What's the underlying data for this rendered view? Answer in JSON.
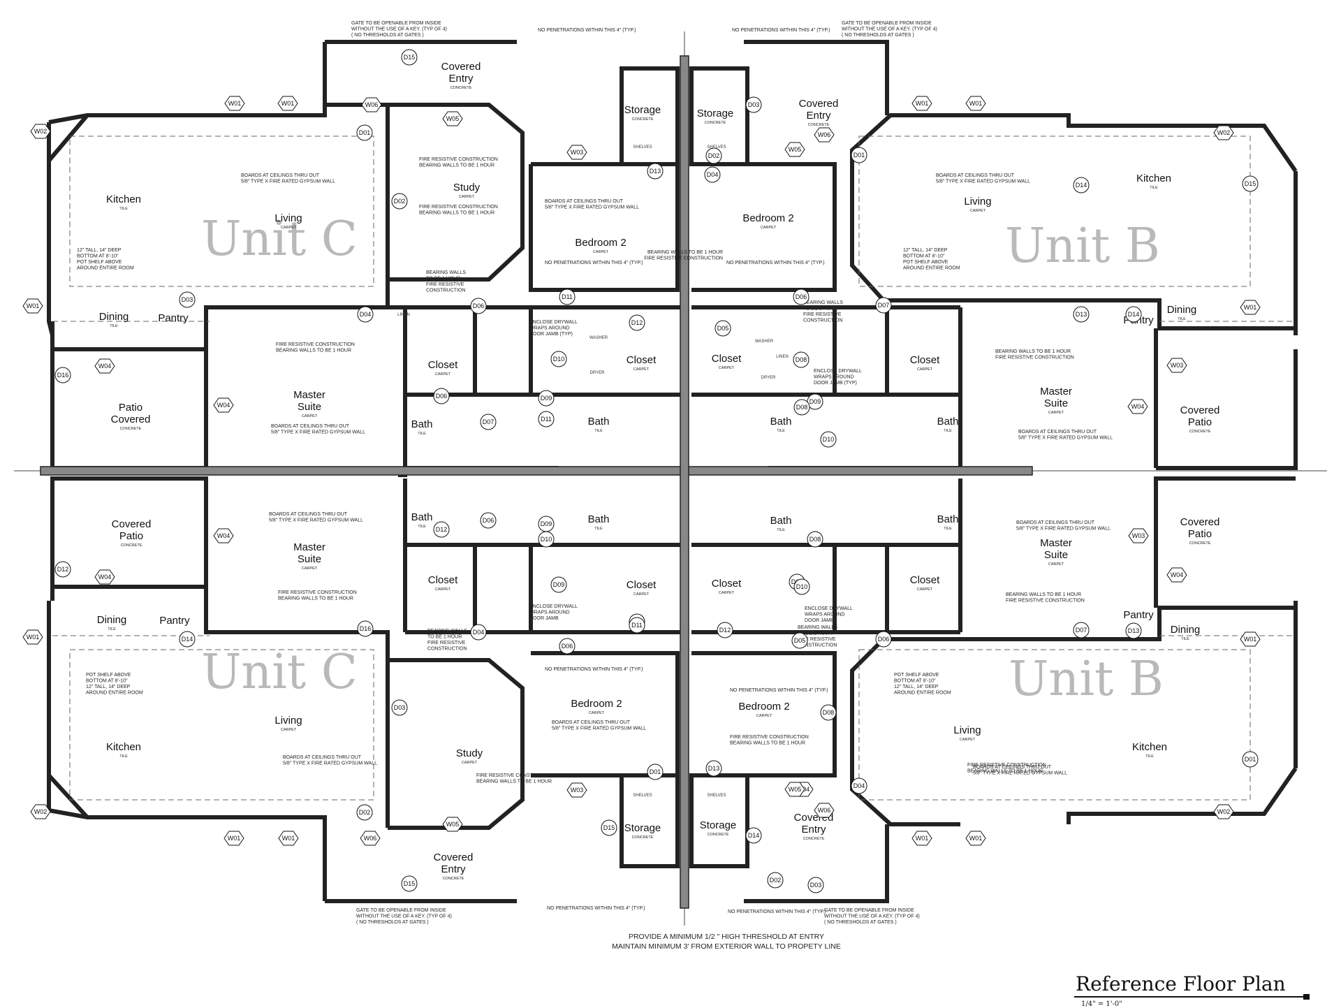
{
  "title": "Reference Floor Plan",
  "scale": "1/4\" = 1'-0\"",
  "footer_notes": [
    "PROVIDE A MINIMUM 1/2 \" HIGH THRESHOLD AT ENTRY",
    "MAINTAIN MINIMUM 3' FROM EXTERIOR WALL TO PROPETY LINE"
  ],
  "units": [
    {
      "id": "unit-c-top",
      "label": "Unit C"
    },
    {
      "id": "unit-b-top",
      "label": "Unit B"
    },
    {
      "id": "unit-c-bottom",
      "label": "Unit C"
    },
    {
      "id": "unit-b-bottom",
      "label": "Unit B"
    }
  ],
  "rooms": [
    {
      "name": "Kitchen",
      "finish": "TILE"
    },
    {
      "name": "Living",
      "finish": "CARPET"
    },
    {
      "name": "Study",
      "finish": "CARPET"
    },
    {
      "name": "Covered",
      "name2": "Entry",
      "finish": "CONCRETE"
    },
    {
      "name": "Storage",
      "finish": "CONCRETE"
    },
    {
      "name": "Storage",
      "finish": "CONCRETE"
    },
    {
      "name": "Covered",
      "name2": "Entry",
      "finish": "CONCRETE"
    },
    {
      "name": "Bedroom 2",
      "finish": "CARPET"
    },
    {
      "name": "Bedroom 2",
      "finish": "CARPET"
    },
    {
      "name": "Living",
      "finish": "CARPET"
    },
    {
      "name": "Kitchen",
      "finish": "TILE"
    },
    {
      "name": "Dining",
      "finish": "TILE"
    },
    {
      "name": "Pantry",
      "finish": ""
    },
    {
      "name": "Master",
      "name2": "Suite",
      "finish": "CARPET"
    },
    {
      "name": "Patio",
      "name2": "Covered",
      "finish": "CONCRETE"
    },
    {
      "name": "Closet",
      "finish": "CARPET"
    },
    {
      "name": "Bath",
      "finish": "TILE"
    },
    {
      "name": "Closet",
      "finish": "CARPET"
    },
    {
      "name": "Bath",
      "finish": "TILE"
    },
    {
      "name": "Bath",
      "finish": "TILE"
    },
    {
      "name": "Closet",
      "finish": "CARPET"
    },
    {
      "name": "Closet",
      "finish": "CARPET"
    },
    {
      "name": "Bath",
      "finish": "TILE"
    },
    {
      "name": "Master",
      "name2": "Suite",
      "finish": "CARPET"
    },
    {
      "name": "Covered",
      "name2": "Patio",
      "finish": "CONCRETE"
    },
    {
      "name": "Dining",
      "finish": "TILE"
    },
    {
      "name": "Pantry",
      "finish": ""
    },
    {
      "name": "Covered",
      "name2": "Patio",
      "finish": "CONCRETE"
    },
    {
      "name": "Master",
      "name2": "Suite",
      "finish": "CARPET"
    },
    {
      "name": "Bath",
      "finish": "TILE"
    },
    {
      "name": "Closet",
      "finish": "CARPET"
    },
    {
      "name": "Bath",
      "finish": "TILE"
    },
    {
      "name": "Closet",
      "finish": "CARPET"
    },
    {
      "name": "Bath",
      "finish": "TILE"
    },
    {
      "name": "Closet",
      "finish": "CARPET"
    },
    {
      "name": "Closet",
      "finish": "CARPET"
    },
    {
      "name": "Bath",
      "finish": "TILE"
    },
    {
      "name": "Master",
      "name2": "Suite",
      "finish": "CARPET"
    },
    {
      "name": "Covered",
      "name2": "Patio",
      "finish": "CONCRETE"
    },
    {
      "name": "Dining",
      "finish": "TILE"
    },
    {
      "name": "Pantry",
      "finish": ""
    },
    {
      "name": "Dining",
      "finish": "TILE"
    },
    {
      "name": "Pantry",
      "finish": ""
    },
    {
      "name": "Living",
      "finish": "CARPET"
    },
    {
      "name": "Kitchen",
      "finish": "TILE"
    },
    {
      "name": "Study",
      "finish": "CARPET"
    },
    {
      "name": "Bedroom 2",
      "finish": "CARPET"
    },
    {
      "name": "Bedroom 2",
      "finish": "CARPET"
    },
    {
      "name": "Living",
      "finish": "CARPET"
    },
    {
      "name": "Kitchen",
      "finish": "TILE"
    },
    {
      "name": "Storage",
      "finish": "CONCRETE"
    },
    {
      "name": "Storage",
      "finish": "CONCRETE"
    },
    {
      "name": "Covered",
      "name2": "Entry",
      "finish": "CONCRETE"
    },
    {
      "name": "Covered",
      "name2": "Entry",
      "finish": "CONCRETE"
    }
  ],
  "notes": [
    "GATE TO BE OPENABLE FROM INSIDE|WITHOUT THE USE OF A KEY. (TYP OF 4)|( NO THRESHOLDS AT GATES )",
    "GATE TO BE OPENABLE FROM INSIDE|WITHOUT THE USE OF A KEY. (TYP OF 4)|( NO THRESHOLDS AT GATES )",
    "NO PENETRATIONS WITHIN THIS 4\" (TYP.)",
    "NO PENETRATIONS WITHIN THIS 4\" (TYP.)",
    "BOARDS AT CEILINGS THRU OUT|5/8\" TYPE X FIRE RATED GYPSUM WALL",
    "FIRE RESISTIVE CONSTRUCTION|BEARING WALLS TO BE 1 HOUR",
    "FIRE RESISTIVE CONSTRUCTION|BEARING WALLS TO BE 1 HOUR",
    "BOARDS AT CEILINGS THRU OUT|5/8\" TYPE X FIRE RATED GYPSUM WALL",
    "NO PENETRATIONS WITHIN THIS 4\" (TYP.)",
    "NO PENETRATIONS WITHIN THIS 4\" (TYP.)",
    "BEARING WALLS TO BE 1 HOUR|FIRE RESISTIVE CONSTRUCTION",
    "BOARDS AT CEILINGS THRU OUT|5/8\" TYPE X FIRE RATED GYPSUM WALL",
    "12\" TALL, 14\" DEEP|BOTTOM AT 8'-10\"|POT SHELF ABOVE|AROUND ENTIRE ROOM",
    "12\" TALL, 14\" DEEP|BOTTOM AT 8'-10\"|POT SHELF ABOVE|AROUND ENTIRE ROOM",
    "BEARING WALLS|TO BE 1 HOUR|FIRE RESISTIVE|CONSTRUCTION",
    "BEARING WALLS|TO BE 1 HOUR|FIRE RESISTIVE|CONSTRUCTION",
    "FIRE RESISTIVE CONSTRUCTION|BEARING WALLS TO BE 1 HOUR",
    "BEARING WALLS TO BE 1 HOUR|FIRE RESISTIVE CONSTRUCTION",
    "BOARDS AT CEILINGS THRU OUT|5/8\" TYPE X FIRE RATED GYPSUM WALL",
    "BOARDS AT CEILINGS THRU OUT|5/8\" TYPE X FIRE RATED GYPSUM WALL",
    "ENCLOSE DRYWALL|WRAPS AROUND|DOOR JAMB (TYP)",
    "ENCLOSE DRYWALL|WRAPS AROUND|DOOR JAMB (TYP)",
    "BOARDS AT CEILINGS THRU OUT|5/8\" TYPE X FIRE RATED GYPSUM WALL",
    "BOARDS AT CEILINGS THRU OUT|5/8\" TYPE X FIRE RATED GYPSUM WALL",
    "FIRE RESISTIVE CONSTRUCTION|BEARING WALLS TO BE 1 HOUR",
    "BEARING WALLS TO BE 1 HOUR|FIRE RESISTIVE CONSTRUCTION",
    "ENCLOSE DRYWALL|WRAPS AROUND|DOOR JAMB",
    "ENCLOSE DRYWALL|WRAPS AROUND|DOOR JAMB",
    "BEARING WALLS|TO BE 1 HOUR|FIRE RESISTIVE|CONSTRUCTION",
    "BEARING WALLS|TO BE 1 HOUR|FIRE RESISTIVE|CONSTRUCTION",
    "POT SHELF ABOVE|BOTTOM AT 8'-10\"|12\" TALL, 14\" DEEP|AROUND ENTIRE ROOM",
    "POT SHELF ABOVE|BOTTOM AT 8'-10\"|12\" TALL, 14\" DEEP|AROUND ENTIRE ROOM",
    "NO PENETRATIONS WITHIN THIS 4\" (TYP.)",
    "NO PENETRATIONS WITHIN THIS 4\" (TYP.)",
    "BOARDS AT CEILINGS THRU OUT|5/8\" TYPE X FIRE RATED GYPSUM WALL",
    "FIRE RESISTIVE CONSTRUCTION|BEARING WALLS TO BE 1 HOUR",
    "BOARDS AT CEILINGS THRU OUT|5/8\" TYPE X FIRE RATED GYPSUM WALL",
    "FIRE RESISTIVE CONSTRUCTION|BEARING WALLS TO BE 1 HOUR",
    "FIRE RESISTIVE CONSTRUCTION|BEARING WALLS TO BE 1 HOUR",
    "BOARDS AT CEILINGS THRU OUT|5/8\" TYPE X FIRE RATED GYPSUM WALL",
    "NO PENETRATIONS WITHIN THIS 4\" (TYP.)",
    "NO PENETRATIONS WITHIN THIS 4\" (TYP.)",
    "GATE TO BE OPENABLE FROM INSIDE|WITHOUT THE USE OF A KEY. (TYP OF 4)|( NO THRESHOLDS AT GATES )",
    "GATE TO BE OPENABLE FROM INSIDE|WITHOUT THE USE OF A KEY. (TYP OF 4)|( NO THRESHOLDS AT GATES )"
  ],
  "window_tags": [
    "W01",
    "W01",
    "W06",
    "W05",
    "W03",
    "W05",
    "W06",
    "W01",
    "W01",
    "W02",
    "W02",
    "W01",
    "W01",
    "W04",
    "W04",
    "W03",
    "W04",
    "W04",
    "W04",
    "W04",
    "W03",
    "W04",
    "W01",
    "W01",
    "W02",
    "W01",
    "W01",
    "W06",
    "W05",
    "W03",
    "W05",
    "W06",
    "W01",
    "W01",
    "W02"
  ],
  "door_tags": [
    "D15",
    "D01",
    "D02",
    "D03",
    "D04",
    "D06",
    "D11",
    "D12",
    "D14",
    "D13",
    "D04",
    "D03",
    "D02",
    "D01",
    "D15",
    "D14",
    "D05",
    "D06",
    "D07",
    "D13",
    "D16",
    "D06",
    "D07",
    "D08",
    "D09",
    "D10",
    "D08",
    "D10",
    "D09",
    "D11",
    "D12",
    "D06",
    "D07",
    "D08",
    "D09",
    "D10",
    "D08",
    "D10",
    "D09",
    "D11",
    "D12",
    "D16",
    "D04",
    "D06",
    "D11",
    "D12",
    "D05",
    "D06",
    "D07",
    "D13",
    "D14",
    "D03",
    "D02",
    "D01",
    "D13",
    "D04",
    "D01",
    "D15",
    "D15",
    "D14",
    "D03",
    "D02"
  ],
  "fixture_labels": [
    "SHELVES",
    "SHELVES",
    "LINEN",
    "LINEN",
    "WASHER",
    "DRYER",
    "WASHER",
    "DRYER",
    "SHELVES",
    "SHELVES"
  ]
}
